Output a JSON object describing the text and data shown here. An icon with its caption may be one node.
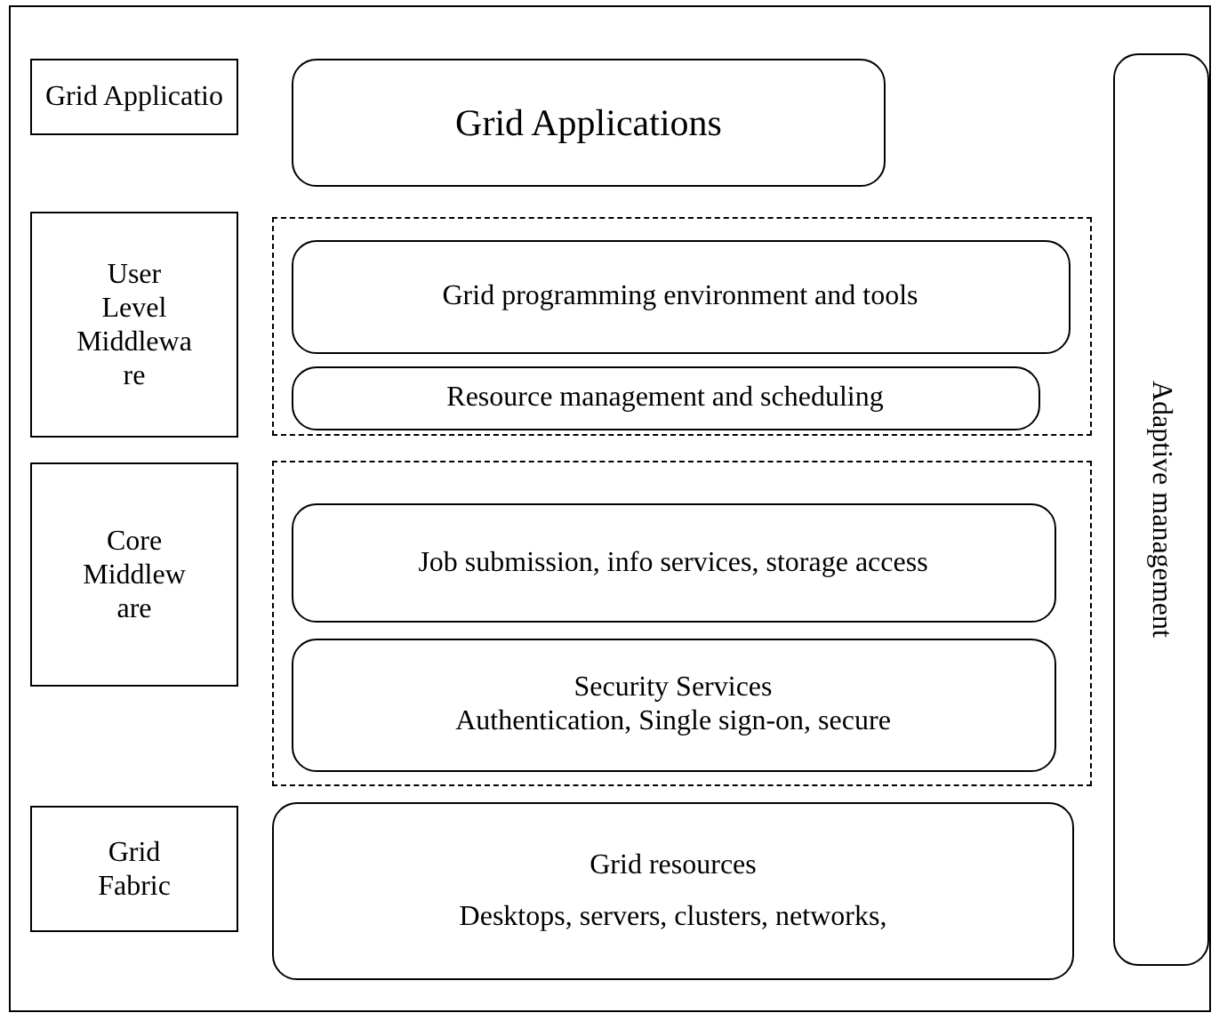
{
  "diagram": {
    "nodes": [
      {
        "text": [
          "Grid Applicatio"
        ]
      },
      {
        "text": [
          "Grid Applications"
        ]
      },
      {
        "text": [
          "User Level Middlewa re"
        ]
      },
      {
        "text": [],
        "shape": "box"
      },
      {
        "text": [
          "Grid programming environment and tools"
        ],
        "in": 3
      },
      {
        "text": [
          "Resource management and scheduling"
        ],
        "in": 3
      },
      {
        "text": [
          "Core Middlew are"
        ]
      },
      {
        "text": [],
        "shape": "box"
      },
      {
        "text": [
          "Job submission, info services, storage access"
        ],
        "in": 7
      },
      {
        "text": [
          "Security Services",
          "Authentication, Single sign-on, secure"
        ],
        "in": 7
      },
      {
        "text": [
          "Grid Fabric"
        ]
      },
      {
        "text": [
          "Grid resources",
          "Desktops, servers, clusters, networks,"
        ]
      },
      {
        "text": [
          "Adaptive management"
        ]
      }
    ]
  }
}
